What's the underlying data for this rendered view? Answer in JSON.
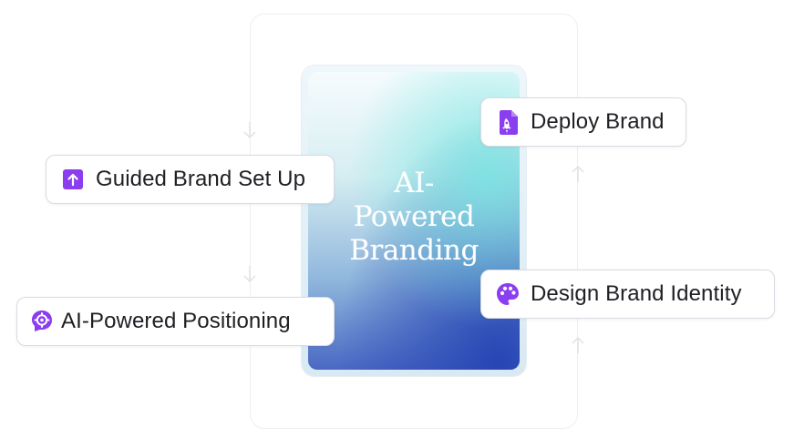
{
  "center": {
    "title_lines": [
      "AI-",
      "Powered",
      "Branding"
    ]
  },
  "steps": [
    {
      "id": "guided",
      "label": "Guided Brand Set Up",
      "icon": "upload-arrow-icon"
    },
    {
      "id": "positioning",
      "label": "AI-Powered Positioning",
      "icon": "ai-brain-gear-icon"
    },
    {
      "id": "identity",
      "label": "Design Brand Identity",
      "icon": "palette-icon"
    },
    {
      "id": "deploy",
      "label": "Deploy Brand",
      "icon": "rocket-document-icon"
    }
  ],
  "colors": {
    "accent": "#8b3ef0",
    "accent_dark": "#6f2bd6",
    "border": "#d9dbe3",
    "loop_line": "#eeeeee",
    "text": "#1f1f24"
  }
}
